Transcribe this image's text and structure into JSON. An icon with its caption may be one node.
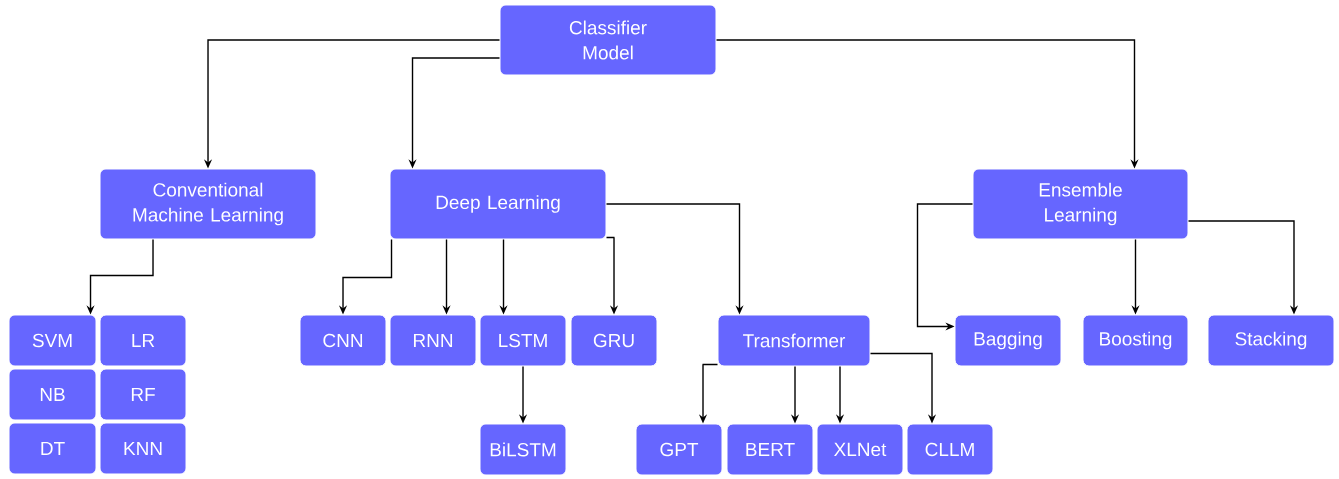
{
  "diagram": {
    "nodes": [
      {
        "text": [
          "Classifier Model"
        ]
      },
      {
        "text": [
          "Conventional Machine Learning"
        ]
      },
      {
        "text": [
          "Deep Learning"
        ]
      },
      {
        "text": [
          "Ensemble Learning"
        ]
      },
      {
        "text": [
          "SVM"
        ]
      },
      {
        "text": [
          "LR"
        ]
      },
      {
        "text": [
          "NB"
        ]
      },
      {
        "text": [
          "RF"
        ]
      },
      {
        "text": [
          "DT"
        ]
      },
      {
        "text": [
          "KNN"
        ]
      },
      {
        "text": [
          "CNN"
        ]
      },
      {
        "text": [
          "RNN"
        ]
      },
      {
        "text": [
          "LSTM"
        ]
      },
      {
        "text": [
          "GRU"
        ]
      },
      {
        "text": [
          "Transformer"
        ]
      },
      {
        "text": [
          "Bagging"
        ]
      },
      {
        "text": [
          "Boosting"
        ]
      },
      {
        "text": [
          "Stacking"
        ]
      },
      {
        "text": [
          "BiLSTM"
        ]
      },
      {
        "text": [
          "GPT"
        ]
      },
      {
        "text": [
          "BERT"
        ]
      },
      {
        "text": [
          "XLNet"
        ]
      },
      {
        "text": [
          "CLLM"
        ]
      }
    ],
    "edges": [
      {
        "from": 0,
        "to": 1,
        "arrow": "to"
      },
      {
        "from": 0,
        "to": 2,
        "arrow": "to"
      },
      {
        "from": 0,
        "to": 3,
        "arrow": "to"
      },
      {
        "from": 1,
        "to": 4,
        "arrow": "to"
      },
      {
        "from": 2,
        "to": 10,
        "arrow": "to"
      },
      {
        "from": 2,
        "to": 11,
        "arrow": "to"
      },
      {
        "from": 2,
        "to": 12,
        "arrow": "to"
      },
      {
        "from": 2,
        "to": 13,
        "arrow": "to"
      },
      {
        "from": 2,
        "to": 14,
        "arrow": "to"
      },
      {
        "from": 12,
        "to": 18,
        "arrow": "to"
      },
      {
        "from": 14,
        "to": 19,
        "arrow": "to"
      },
      {
        "from": 14,
        "to": 20,
        "arrow": "to"
      },
      {
        "from": 14,
        "to": 21,
        "arrow": "to"
      },
      {
        "from": 14,
        "to": 22,
        "arrow": "to"
      },
      {
        "from": 3,
        "to": 15,
        "arrow": "to"
      },
      {
        "from": 3,
        "to": 16,
        "arrow": "to"
      },
      {
        "from": 3,
        "to": 17,
        "arrow": "to"
      }
    ]
  }
}
